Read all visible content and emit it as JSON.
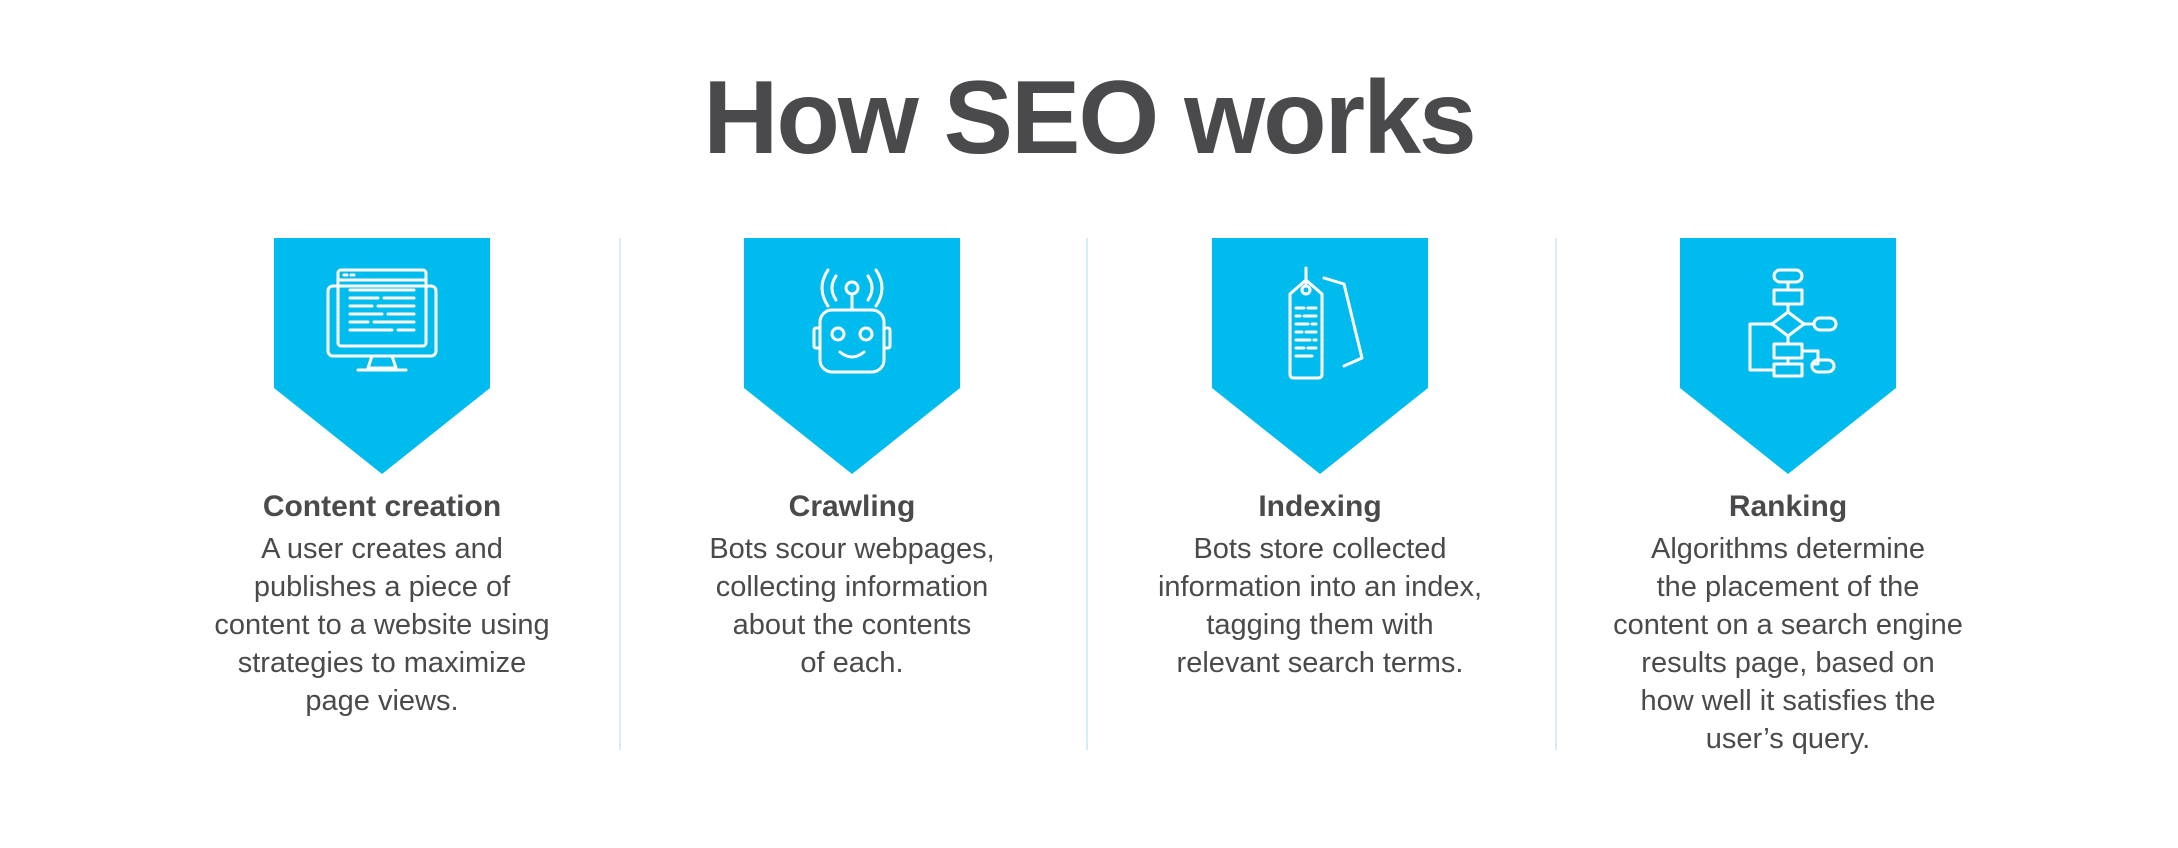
{
  "title": "How SEO works",
  "accent_color": "#00bbee",
  "steps": [
    {
      "icon": "monitor-icon",
      "title": "Content creation",
      "lines": [
        "A user creates and",
        "publishes a piece of",
        "content to a website using",
        "strategies to maximize",
        "page views."
      ]
    },
    {
      "icon": "robot-icon",
      "title": "Crawling",
      "lines": [
        "Bots scour webpages,",
        "collecting information",
        "about the contents",
        "of each."
      ]
    },
    {
      "icon": "tag-icon",
      "title": "Indexing",
      "lines": [
        "Bots store collected",
        "information into an index,",
        "tagging them with",
        "relevant search terms."
      ]
    },
    {
      "icon": "flowchart-icon",
      "title": "Ranking",
      "lines": [
        "Algorithms determine",
        "the placement of the",
        "content on a search engine",
        "results page, based on",
        "how well it satisfies the",
        "user’s query."
      ]
    }
  ]
}
